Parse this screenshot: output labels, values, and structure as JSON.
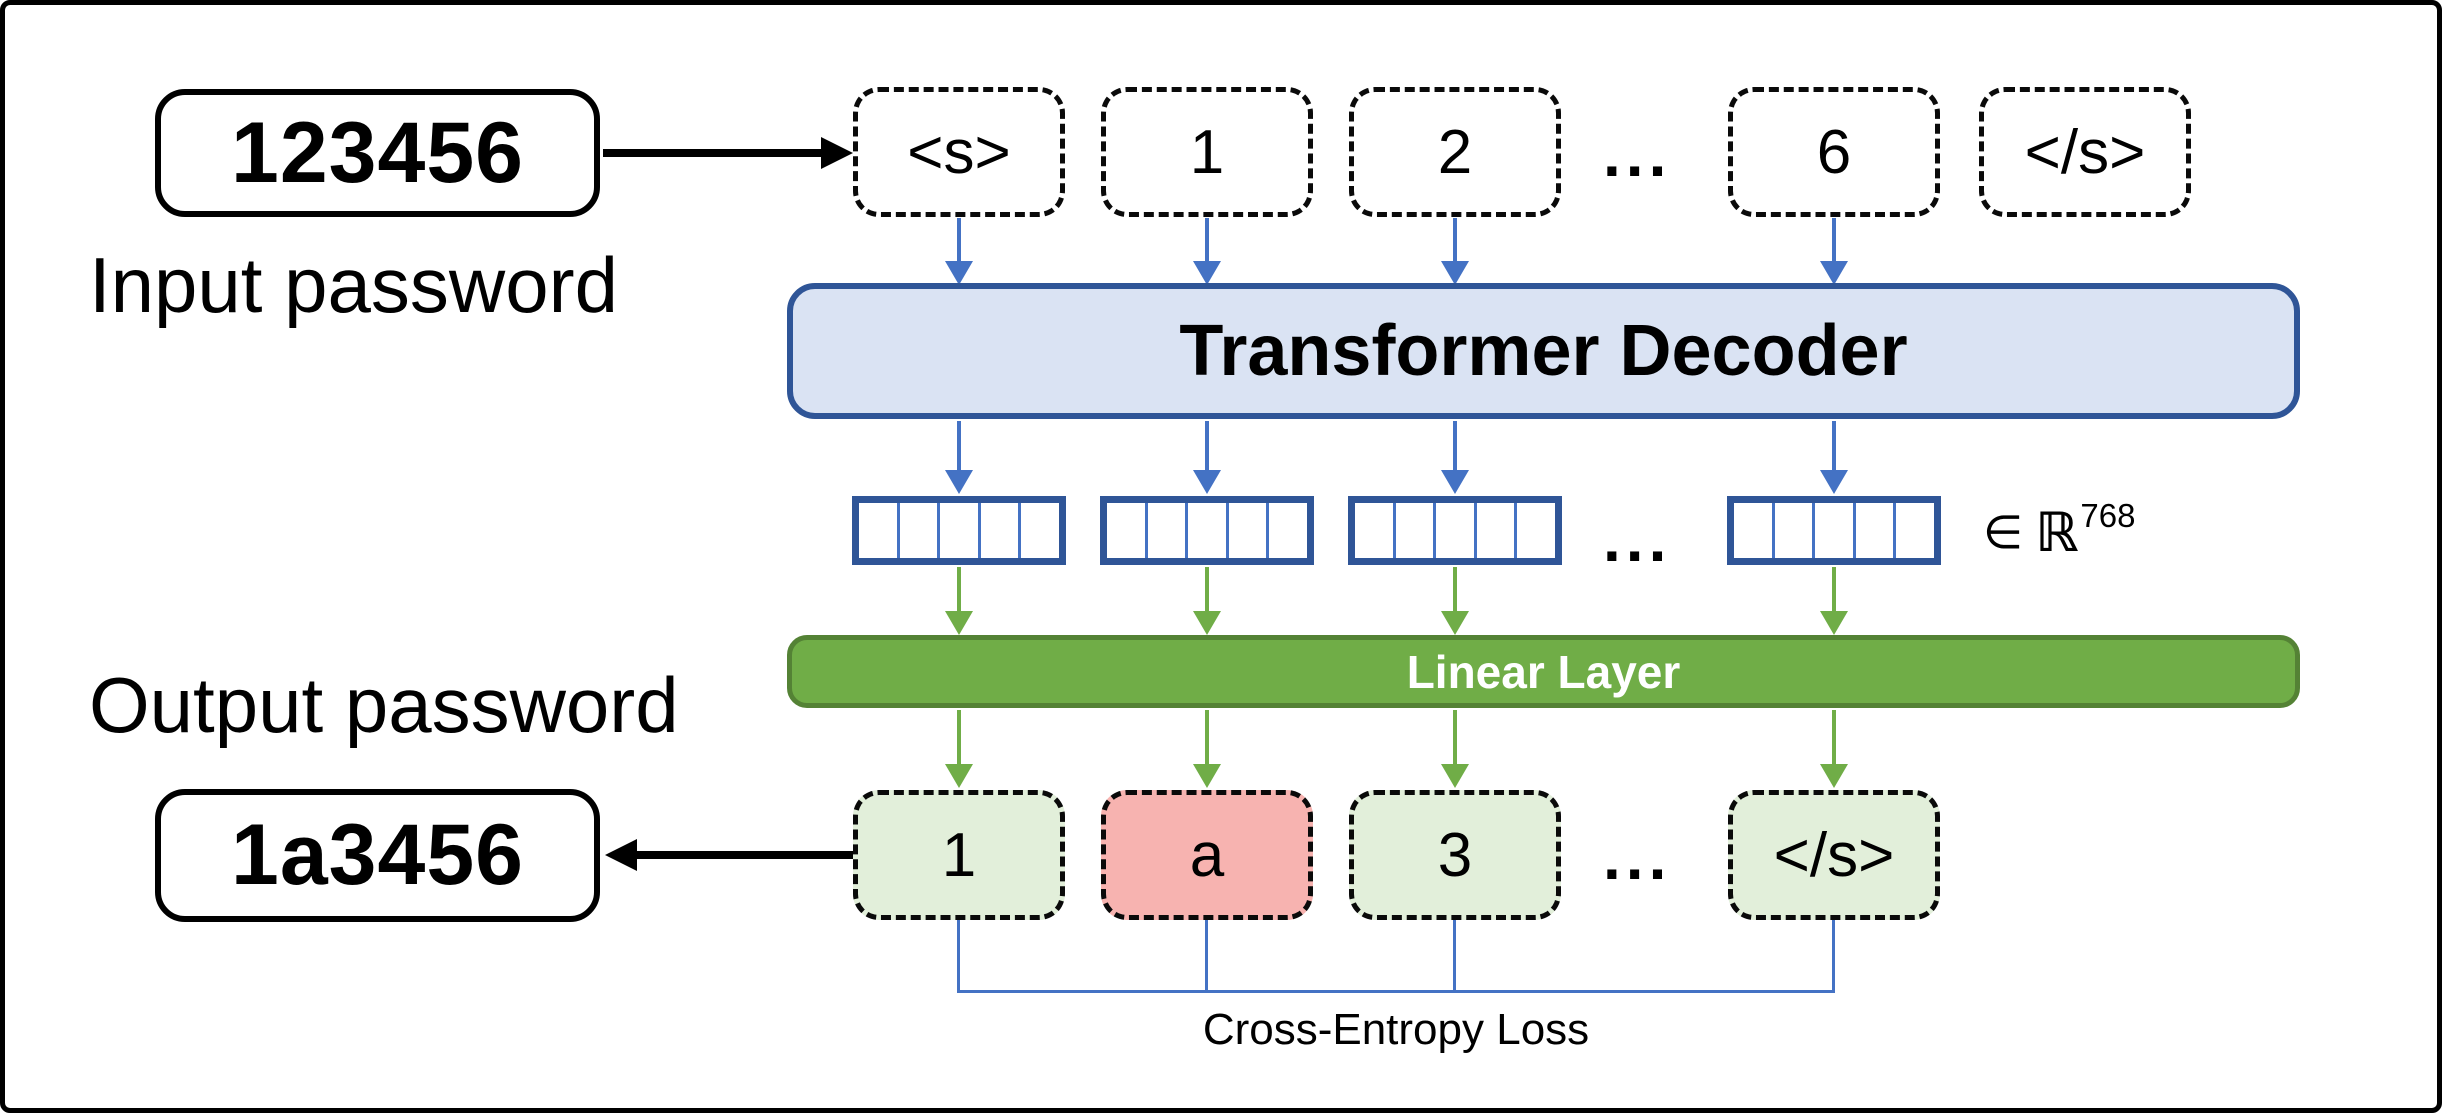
{
  "colors": {
    "arrow_blue": "#4472c4",
    "border_blue": "#2f5597",
    "decoder_fill": "#dae3f3",
    "green": "#70ad47",
    "green_border": "#548235",
    "token_green": "#e2efda",
    "token_red": "#f7b3b0",
    "ink": "#000000"
  },
  "input": {
    "value": "123456",
    "label": "Input password"
  },
  "output": {
    "value": "1a3456",
    "label": "Output password"
  },
  "tokens": {
    "top": [
      "<s>",
      "1",
      "2",
      "6",
      "</s>"
    ],
    "ellipsis": "...",
    "output": [
      "1",
      "a",
      "3",
      "</s>"
    ]
  },
  "decoder": {
    "label": "Transformer Decoder"
  },
  "linear": {
    "label": "Linear Layer"
  },
  "embedding": {
    "element_of": "∈",
    "set": "ℝ",
    "dimension": "768"
  },
  "loss": {
    "label": "Cross-Entropy Loss"
  }
}
